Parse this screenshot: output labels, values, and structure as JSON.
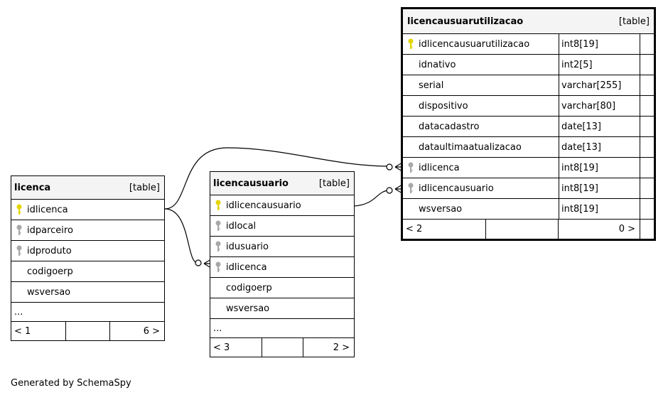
{
  "credit": "Generated by SchemaSpy",
  "colors": {
    "primary_key": "#e3d400",
    "foreign_key": "#a8a8a8",
    "header_bg": "#f4f4f4"
  },
  "licenca": {
    "name": "licenca",
    "kind": "[table]",
    "columns": [
      {
        "name": "idlicenca",
        "key": "primary-key-icon"
      },
      {
        "name": "idparceiro",
        "key": "foreign-key-icon"
      },
      {
        "name": "idproduto",
        "key": "foreign-key-icon"
      },
      {
        "name": "codigoerp",
        "key": ""
      },
      {
        "name": "wsversao",
        "key": ""
      }
    ],
    "ellipsis": "...",
    "footer": {
      "parents": "< 1",
      "children": "6 >"
    }
  },
  "licencausuario": {
    "name": "licencausuario",
    "kind": "[table]",
    "columns": [
      {
        "name": "idlicencausuario",
        "key": "primary-key-icon"
      },
      {
        "name": "idlocal",
        "key": "foreign-key-icon"
      },
      {
        "name": "idusuario",
        "key": "foreign-key-icon"
      },
      {
        "name": "idlicenca",
        "key": "foreign-key-icon"
      },
      {
        "name": "codigoerp",
        "key": ""
      },
      {
        "name": "wsversao",
        "key": ""
      }
    ],
    "ellipsis": "...",
    "footer": {
      "parents": "< 3",
      "children": "2 >"
    }
  },
  "licencausuarioutilizacao": {
    "name": "licencausuarutilizacao",
    "kind": "[table]",
    "columns": [
      {
        "name": "idlicencausuarutilizacao",
        "type": "int8[19]",
        "key": "primary-key-icon"
      },
      {
        "name": "idnativo",
        "type": "int2[5]",
        "key": ""
      },
      {
        "name": "serial",
        "type": "varchar[255]",
        "key": ""
      },
      {
        "name": "dispositivo",
        "type": "varchar[80]",
        "key": ""
      },
      {
        "name": "datacadastro",
        "type": "date[13]",
        "key": ""
      },
      {
        "name": "dataultimaatualizacao",
        "type": "date[13]",
        "key": ""
      },
      {
        "name": "idlicenca",
        "type": "int8[19]",
        "key": "foreign-key-icon"
      },
      {
        "name": "idlicencausuario",
        "type": "int8[19]",
        "key": "foreign-key-icon"
      },
      {
        "name": "wsversao",
        "type": "int8[19]",
        "key": ""
      }
    ],
    "footer": {
      "parents": "< 2",
      "children": "0 >"
    }
  }
}
